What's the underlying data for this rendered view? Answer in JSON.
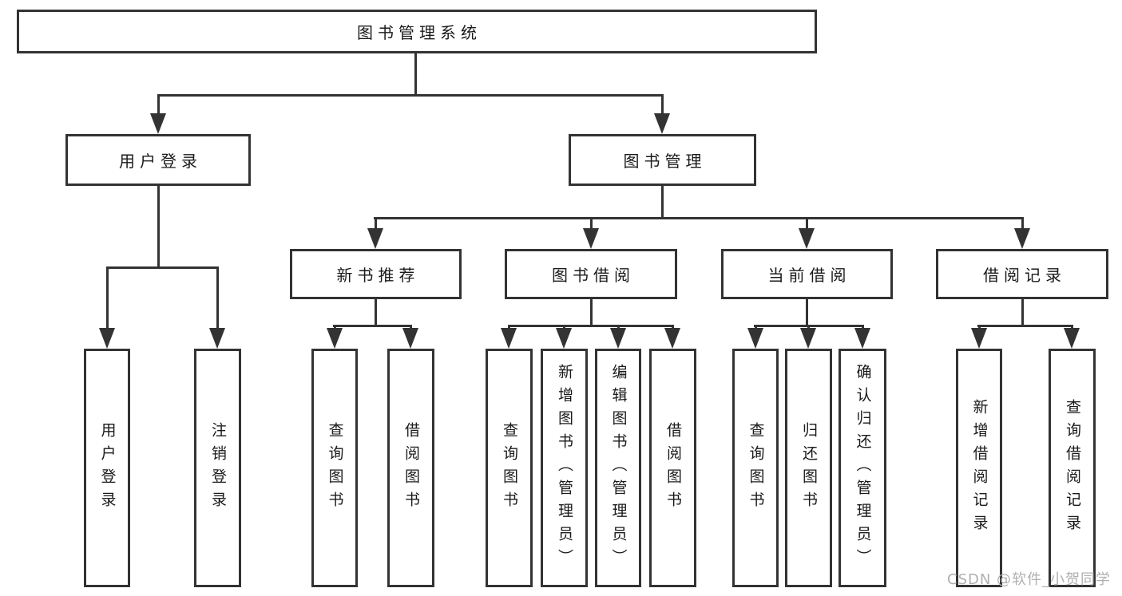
{
  "tree": {
    "label": "图书管理系统",
    "children": [
      {
        "label": "用户登录",
        "children": [
          {
            "label": "用户登录"
          },
          {
            "label": "注销登录"
          }
        ]
      },
      {
        "label": "图书管理",
        "children": [
          {
            "label": "新书推荐",
            "children": [
              {
                "label": "查询图书"
              },
              {
                "label": "借阅图书"
              }
            ]
          },
          {
            "label": "图书借阅",
            "children": [
              {
                "label": "查询图书"
              },
              {
                "label": "新增图书（管理员）"
              },
              {
                "label": "编辑图书（管理员）"
              },
              {
                "label": "借阅图书"
              }
            ]
          },
          {
            "label": "当前借阅",
            "children": [
              {
                "label": "查询图书"
              },
              {
                "label": "归还图书"
              },
              {
                "label": "确认归还（管理员）"
              }
            ]
          },
          {
            "label": "借阅记录",
            "children": [
              {
                "label": "新增借阅记录"
              },
              {
                "label": "查询借阅记录"
              }
            ]
          }
        ]
      }
    ]
  },
  "watermark": {
    "text": "CSDN @软件_小贺同学",
    "color": "#b0b0b0"
  },
  "colors": {
    "line": "#333333",
    "text": "#1a1a1a",
    "background": "#ffffff"
  }
}
